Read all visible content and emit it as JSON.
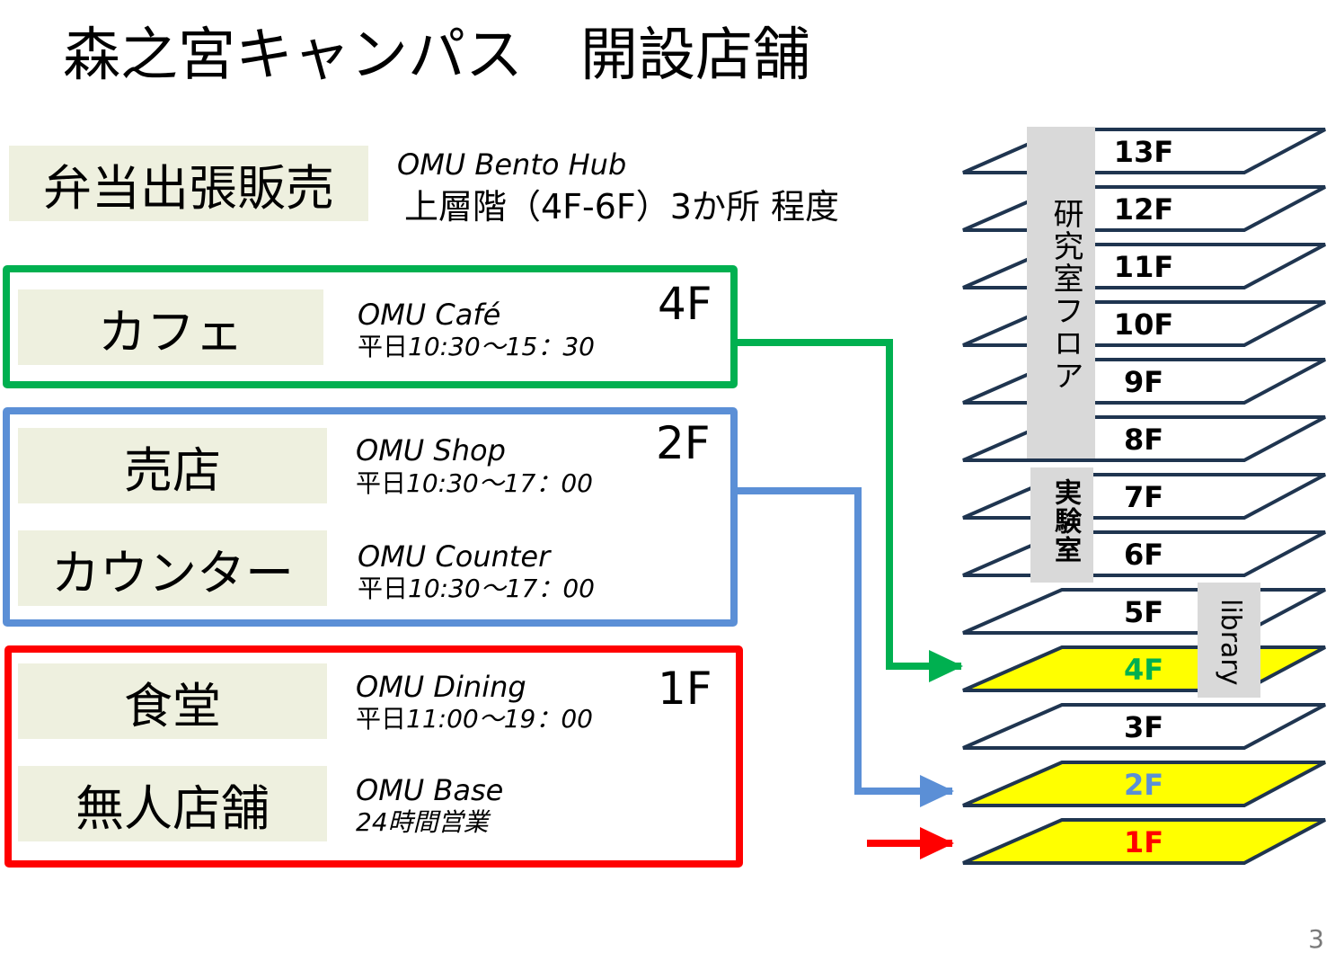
{
  "title": "森之宮キャンパス　開設店舗",
  "bento": {
    "label": "弁当出張販売",
    "name": "OMU Bento Hub",
    "detail": "上層階（4F-6F）3か所 程度"
  },
  "groups": [
    {
      "floor": "4F",
      "color": "#00b050",
      "stores": [
        {
          "label": "カフェ",
          "name": "OMU Café",
          "hours_prefix": "平日",
          "hours": "10:30～15：30"
        }
      ]
    },
    {
      "floor": "2F",
      "color": "#5b8fd6",
      "stores": [
        {
          "label": "売店",
          "name": "OMU Shop",
          "hours_prefix": "平日",
          "hours": "10:30～17：00"
        },
        {
          "label": "カウンター",
          "name": "OMU Counter",
          "hours_prefix": "平日",
          "hours": "10:30～17：00"
        }
      ]
    },
    {
      "floor": "1F",
      "color": "#ff0000",
      "stores": [
        {
          "label": "食堂",
          "name": "OMU Dining",
          "hours_prefix": "平日",
          "hours": "11:00～19：00"
        },
        {
          "label": "無人店舗",
          "name": "OMU Base",
          "hours_prefix": "",
          "hours": "24時間営業"
        }
      ]
    }
  ],
  "building": {
    "floors": [
      "13F",
      "12F",
      "11F",
      "10F",
      "9F",
      "8F",
      "7F",
      "6F",
      "5F",
      "4F",
      "3F",
      "2F",
      "1F"
    ],
    "highlight": {
      "4F": {
        "fill": "#ffff00",
        "text": "#00b050"
      },
      "2F": {
        "fill": "#ffff00",
        "text": "#5b8fd6"
      },
      "1F": {
        "fill": "#ffff00",
        "text": "#ff0000"
      }
    },
    "zones": {
      "research": "研究室フロア",
      "lab": "実験室",
      "library": "library"
    }
  },
  "page_number": "3"
}
